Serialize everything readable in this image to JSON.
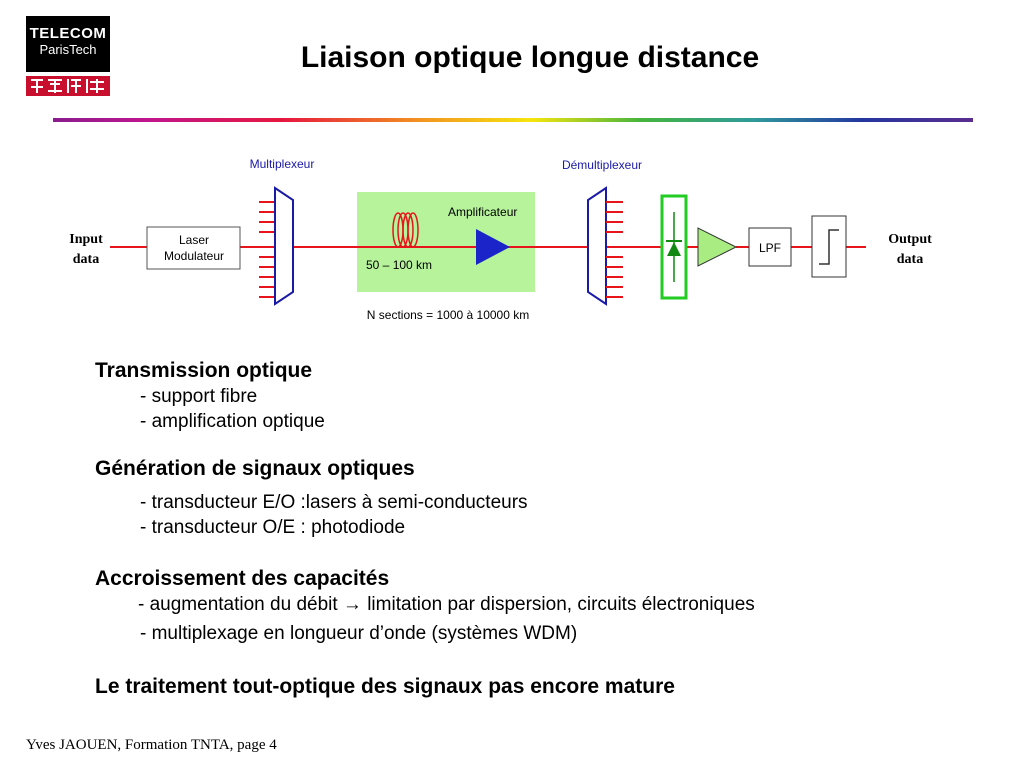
{
  "logo": {
    "line1": "TELECOM",
    "line2": "ParisTech"
  },
  "title": "Liaison optique longue distance",
  "diagram": {
    "input_label": [
      "Input",
      "data"
    ],
    "output_label": [
      "Output",
      "data"
    ],
    "laser_label": [
      "Laser",
      "Modulateur"
    ],
    "multiplexer_label": "Multiplexeur",
    "demultiplexer_label": "Démultiplexeur",
    "amplifier_label": "Amplificateur",
    "fiber_length_label": "50 – 100 km",
    "sections_label": "N sections = 1000 à 10000 km",
    "lpf_label": "LPF",
    "colors": {
      "signal_line": "#e8141b",
      "mux": "#1a1aa8",
      "amp_section_fill": "#b6f39a",
      "amplifier": "#1a24c8",
      "photodiode_border": "#22cc22",
      "photodiode_symbol": "#118811",
      "gain_stage_fill": "#a9ec82",
      "label_blue": "#1a1aa8"
    }
  },
  "sections": [
    {
      "title": "Transmission optique",
      "lines": [
        "- support fibre",
        "- amplification optique"
      ]
    },
    {
      "title": "Génération de signaux optiques",
      "lines": [
        "- transducteur E/O :lasers à semi-conducteurs",
        "- transducteur O/E : photodiode"
      ]
    },
    {
      "title": "Accroissement des capacités",
      "lines": [
        "- augmentation du débit → limitation par dispersion, circuits électroniques",
        "- multiplexage en longueur d’onde (systèmes WDM)"
      ]
    },
    {
      "title": "Le traitement tout-optique des signaux pas encore mature",
      "lines": []
    }
  ],
  "footer": "Yves JAOUEN, Formation TNTA, page  4"
}
